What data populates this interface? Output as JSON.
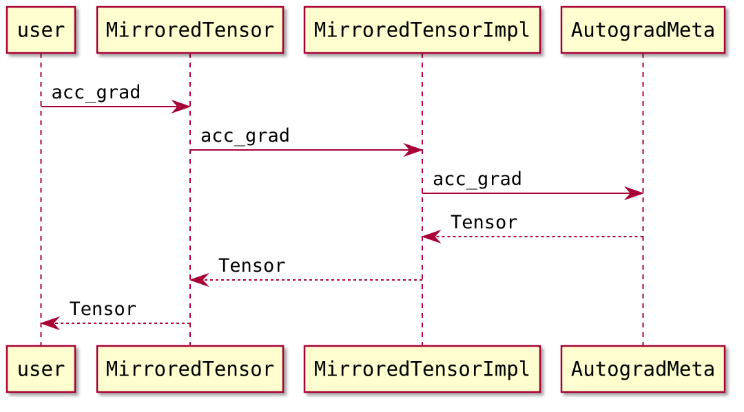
{
  "participants": [
    {
      "id": "user",
      "label": "user"
    },
    {
      "id": "mirrored_tensor",
      "label": "MirroredTensor"
    },
    {
      "id": "mirrored_tensor_impl",
      "label": "MirroredTensorImpl"
    },
    {
      "id": "autograd_meta",
      "label": "AutogradMeta"
    }
  ],
  "messages": [
    {
      "from": "user",
      "to": "mirrored_tensor",
      "label": "acc_grad",
      "style": "solid"
    },
    {
      "from": "mirrored_tensor",
      "to": "mirrored_tensor_impl",
      "label": "acc_grad",
      "style": "solid"
    },
    {
      "from": "mirrored_tensor_impl",
      "to": "autograd_meta",
      "label": "acc_grad",
      "style": "solid"
    },
    {
      "from": "autograd_meta",
      "to": "mirrored_tensor_impl",
      "label": "Tensor",
      "style": "dashed"
    },
    {
      "from": "mirrored_tensor_impl",
      "to": "mirrored_tensor",
      "label": "Tensor",
      "style": "dashed"
    },
    {
      "from": "mirrored_tensor",
      "to": "user",
      "label": "Tensor",
      "style": "dashed"
    }
  ],
  "colors": {
    "box_fill": "#FEFECE",
    "line": "#A80036",
    "text": "#000000"
  }
}
